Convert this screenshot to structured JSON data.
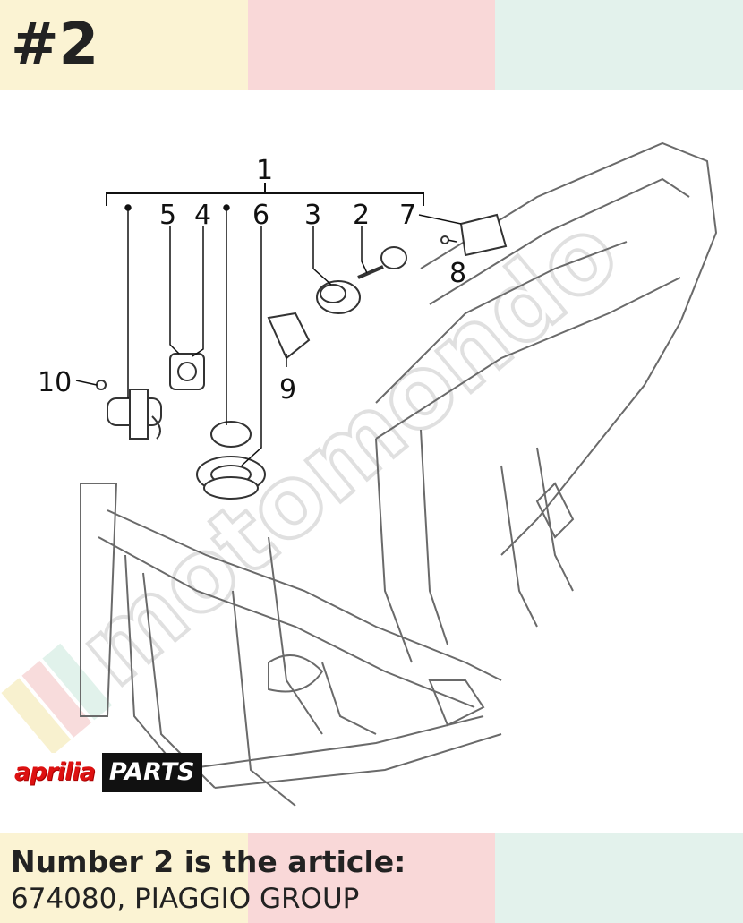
{
  "header": {
    "part_number": "#2"
  },
  "diagram": {
    "callouts": [
      "1",
      "5",
      "4",
      "6",
      "3",
      "2",
      "7",
      "8",
      "10",
      "9"
    ],
    "watermark": "motomondo",
    "brand": {
      "aprilia": "aprilia",
      "parts": "PARTS"
    }
  },
  "footer": {
    "caption": "Number 2 is the article:",
    "details": "674080, PIAGGIO GROUP"
  },
  "colors": {
    "band_yellow": "#fbf3d3",
    "band_pink": "#f9d8d8",
    "band_mint": "#e3f2ec",
    "brand_red": "#dd1111"
  }
}
